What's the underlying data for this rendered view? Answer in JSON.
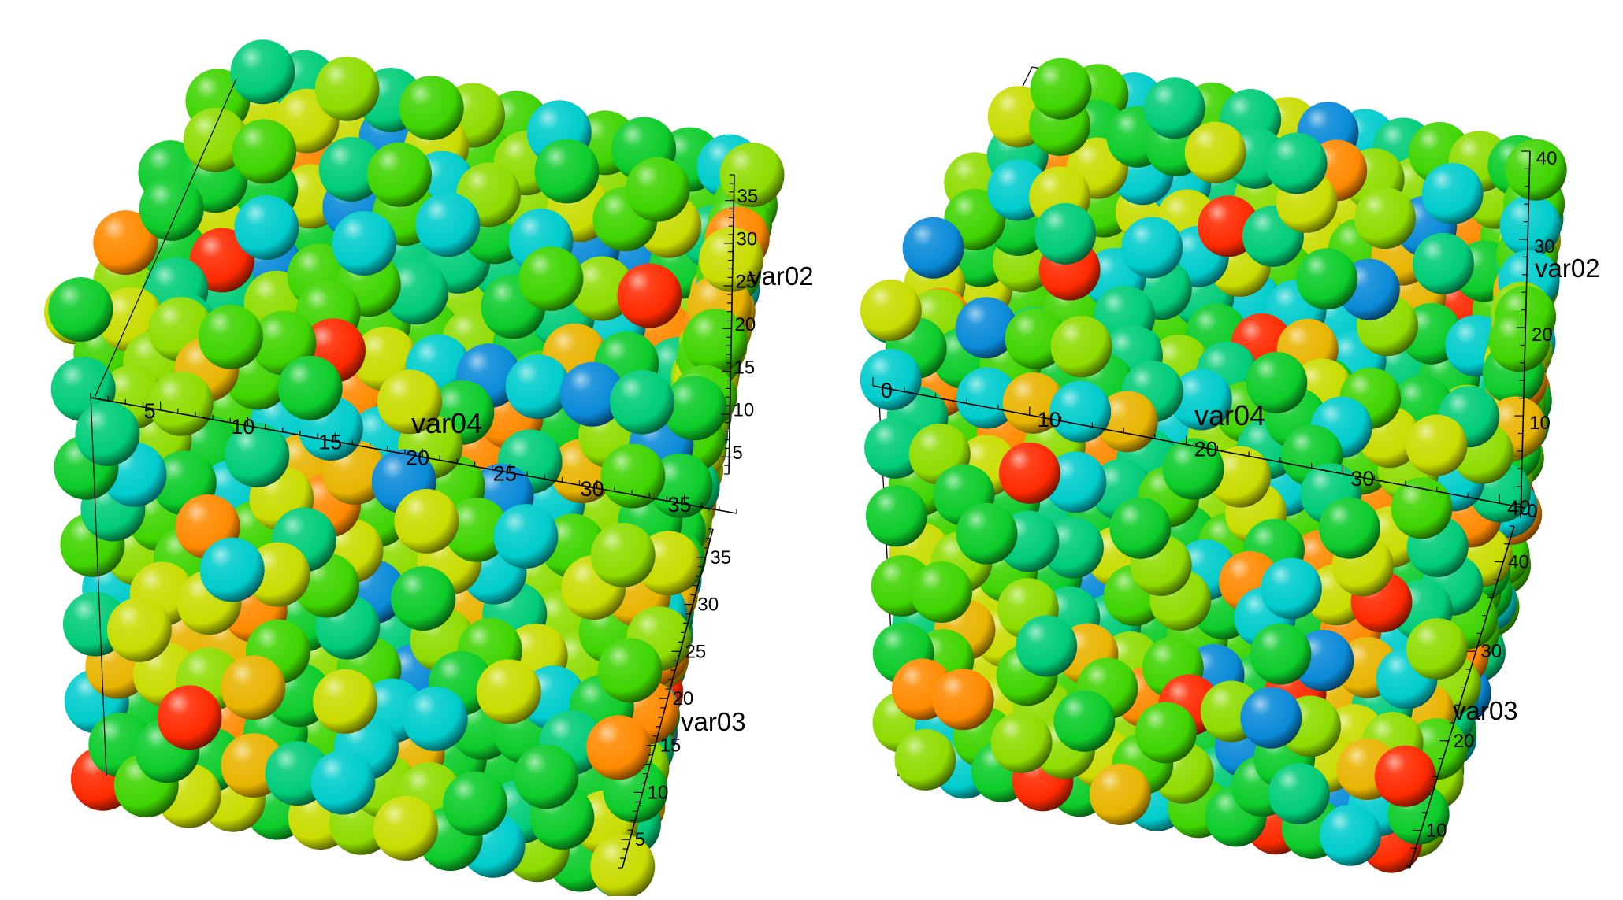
{
  "palette": [
    "#ff2a00",
    "#ff8a00",
    "#e8b400",
    "#c8dc00",
    "#8edc00",
    "#3fd400",
    "#0ccc2a",
    "#00cc78",
    "#00cccc",
    "#0a8ad8"
  ],
  "left_view": {
    "axis_x_label": "var04",
    "axis_y_label": "var02",
    "axis_z_label": "var03",
    "x_ticks": [
      "5",
      "10",
      "15",
      "20",
      "25",
      "30",
      "35"
    ],
    "y_ticks": [
      "35",
      "30",
      "25",
      "20",
      "15",
      "10",
      "5"
    ],
    "z_ticks": [
      "35",
      "30",
      "25",
      "20",
      "15",
      "10",
      "5"
    ]
  },
  "right_view": {
    "axis_x_label": "var04",
    "axis_y_label": "var02",
    "axis_z_label": "var03",
    "x_ticks": [
      "0",
      "10",
      "20",
      "30",
      "40"
    ],
    "y_ticks": [
      "40",
      "30",
      "20",
      "10",
      "0"
    ],
    "z_ticks": [
      "40",
      "30",
      "20",
      "10"
    ]
  }
}
